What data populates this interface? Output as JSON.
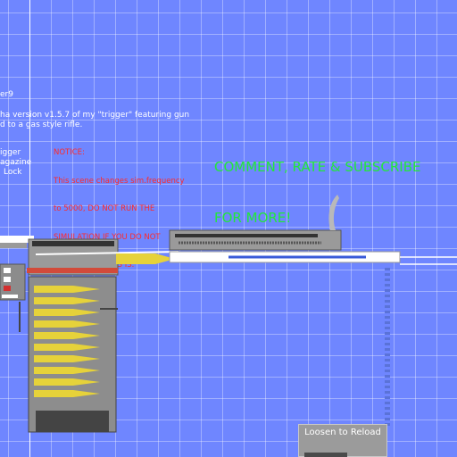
{
  "scene": {
    "title_fragment": "er9",
    "description_lines": [
      "ha version v1.5.7 of my \"trigger\" featuring gun",
      "d to a gas style rifle."
    ],
    "side_labels": [
      "igger",
      "agazine",
      "Lock"
    ],
    "notice_lines": [
      "NOTICE:",
      "This scene changes sim.frequency",
      "to 5000, DO NOT RUN THE",
      "SIMULATION IF YOU DO NOT",
      "KNOW WHAT THIS IS."
    ],
    "promo_lines": [
      "COMMENT, RATE & SUBSCRIBE",
      "FOR MORE!"
    ]
  },
  "controls": {
    "reload_label": "Loosen to Reload"
  },
  "colors": {
    "background": "#6f86ff",
    "bullet": "#e6d23a",
    "metal": "#8a8a8a",
    "notice": "#ff2a2a",
    "promo": "#22e83a"
  },
  "magazine": {
    "cartridge_count": 10
  }
}
